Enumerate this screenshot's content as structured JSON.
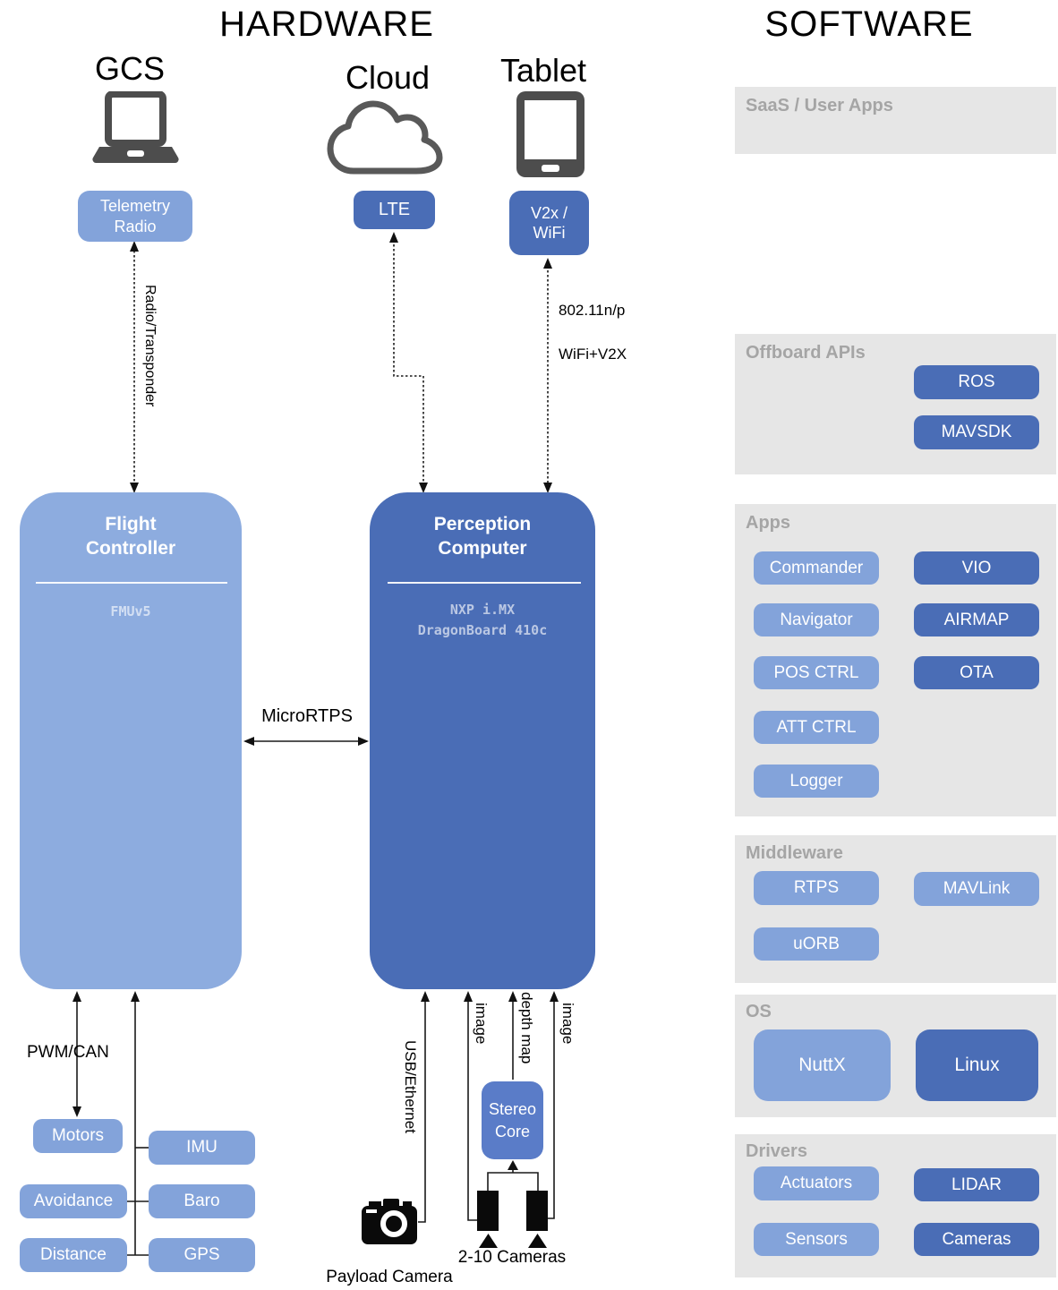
{
  "headers": {
    "hardware": "HARDWARE",
    "software": "SOFTWARE"
  },
  "hw": {
    "gcs": "GCS",
    "cloud": "Cloud",
    "tablet": "Tablet",
    "telemetry_radio": "Telemetry\nRadio",
    "lte": "LTE",
    "v2x_wifi": "V2x /\nWiFi",
    "fc_title": "Flight\nController",
    "fc_sub": "FMUv5",
    "pc_title": "Perception\nComputer",
    "pc_sub": "NXP i.MX\nDragonBoard 410c",
    "stereo_core": "Stereo\nCore",
    "motors": "Motors",
    "avoidance": "Avoidance",
    "distance": "Distance",
    "imu": "IMU",
    "baro": "Baro",
    "gps": "GPS",
    "lbl_radio_transponder": "Radio/Transponder",
    "lbl_80211": "802.11n/p",
    "lbl_wifi_v2x": "WiFi+V2X",
    "lbl_micrortps": "MicroRTPS",
    "lbl_pwm_can": "PWM/CAN",
    "lbl_usb_ethernet": "USB/Ethernet",
    "lbl_image_left": "image",
    "lbl_depth_map": "depth map",
    "lbl_image_right": "image",
    "lbl_cameras": "2-10 Cameras",
    "lbl_payload_camera": "Payload Camera"
  },
  "sw": {
    "saas": {
      "label": "SaaS / User Apps"
    },
    "offboard": {
      "label": "Offboard APIs",
      "ros": "ROS",
      "mavsdk": "MAVSDK"
    },
    "apps": {
      "label": "Apps",
      "commander": "Commander",
      "navigator": "Navigator",
      "posctrl": "POS CTRL",
      "attctrl": "ATT CTRL",
      "logger": "Logger",
      "vio": "VIO",
      "airmap": "AIRMAP",
      "ota": "OTA"
    },
    "middleware": {
      "label": "Middleware",
      "rtps": "RTPS",
      "uorb": "uORB",
      "mavlink": "MAVLink"
    },
    "os": {
      "label": "OS",
      "nuttx": "NuttX",
      "linux": "Linux"
    },
    "drivers": {
      "label": "Drivers",
      "actuators": "Actuators",
      "sensors": "Sensors",
      "lidar": "LIDAR",
      "cameras": "Cameras"
    }
  },
  "colors": {
    "light_blue": "#83a3da",
    "big_light_blue": "#8dacdf",
    "dark_blue": "#4a6db6",
    "stereo_blue": "#5a7cc8",
    "section_bg": "#e6e6e6",
    "section_label_gray": "#a5a5a5",
    "icon_gray": "#4d4d4d"
  }
}
